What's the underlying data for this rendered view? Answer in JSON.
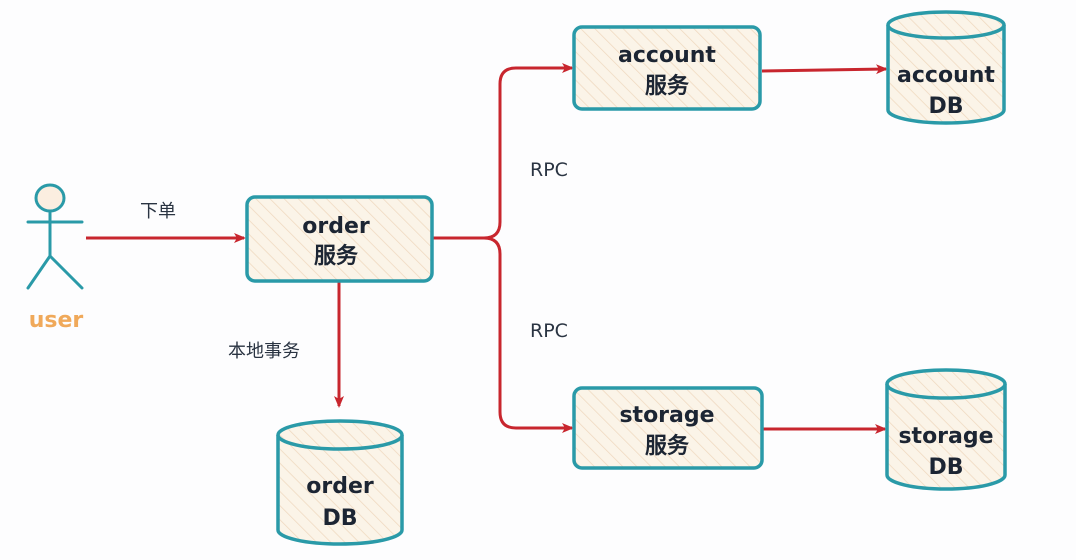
{
  "colors": {
    "node_stroke": "#2a9aa8",
    "node_fill": "#fbf4e8",
    "hatch": "#f0d9c0",
    "arrow": "#c8262e",
    "user_figure": "#2a9aa8",
    "user_label": "#f0a95a",
    "text": "#1c2533"
  },
  "actor": {
    "label": "user",
    "icon": "stick-figure-icon"
  },
  "services": {
    "order": {
      "line1": "order",
      "line2": "服务"
    },
    "account": {
      "line1": "account",
      "line2": "服务"
    },
    "storage": {
      "line1": "storage",
      "line2": "服务"
    }
  },
  "databases": {
    "order": {
      "line1": "order",
      "line2": "DB",
      "icon": "database-cylinder-icon"
    },
    "account": {
      "line1": "account",
      "line2": "DB",
      "icon": "database-cylinder-icon"
    },
    "storage": {
      "line1": "storage",
      "line2": "DB",
      "icon": "database-cylinder-icon"
    }
  },
  "edges": {
    "place_order": "下单",
    "local_tx": "本地事务",
    "rpc_account": "RPC",
    "rpc_storage": "RPC"
  }
}
